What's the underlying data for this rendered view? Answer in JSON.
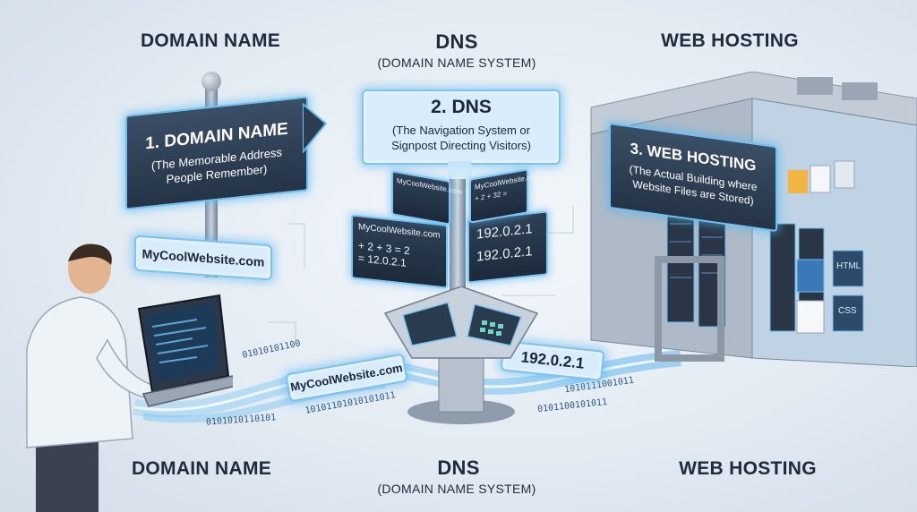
{
  "top_headings": {
    "domain": "DOMAIN NAME",
    "dns": "DNS",
    "dns_sub": "(DOMAIN NAME SYSTEM)",
    "hosting": "WEB HOSTING"
  },
  "bottom_headings": {
    "domain": "DOMAIN NAME",
    "dns": "DNS",
    "dns_sub": "(DOMAIN NAME SYSTEM)",
    "hosting": "WEB HOSTING"
  },
  "domain_sign": {
    "title": "1. DOMAIN NAME",
    "line1": "(The Memorable Address",
    "line2": "People Remember)"
  },
  "url_label": "MyCoolWebsite.com",
  "dns_box": {
    "title": "2. DNS",
    "line1": "(The Navigation System or",
    "line2": "Signpost Directing Visitors)"
  },
  "dns_screens": {
    "left_site": "MyCoolWebsite.com",
    "left_calc1": "+ 2 + 3 = 2",
    "left_calc2": "= 12.0.2.1",
    "right_ip1": "192.0.2.1",
    "right_ip2": "192.0.2.1",
    "small_left": "MyCoolWebsite.com",
    "small_right": "MyCoolWebsite.com",
    "small_right_calc": "+ 2 + 32 ="
  },
  "flow": {
    "url": "MyCoolWebsite.com",
    "ip": "192.0.2.1",
    "binary1": "01010101100",
    "binary2": "0101010110101",
    "binary3": "10101101010101011",
    "binary4": "0101100101011",
    "binary5": "1010111001011"
  },
  "hosting_sign": {
    "title": "3. WEB HOSTING",
    "line1": "(The Actual Building where",
    "line2": "Website Files are Stored)"
  },
  "file_labels": {
    "html": "HTML",
    "css": "CSS"
  },
  "colors": {
    "glow": "#7cc3f0",
    "heading": "#1f2a3a",
    "sign_dark": "#253447"
  }
}
